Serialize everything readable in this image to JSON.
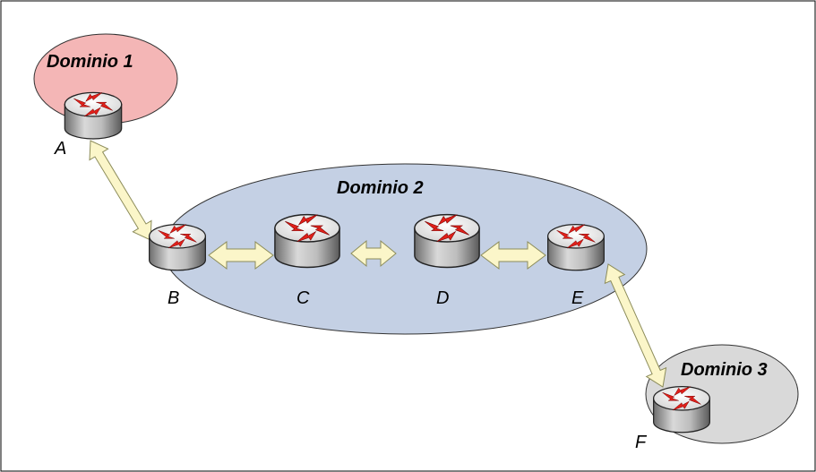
{
  "colors": {
    "domain1_fill": "#f4b6b6",
    "domain2_fill": "#c4d0e4",
    "domain3_fill": "#d9d9d9",
    "link_fill": "#fbf6c9",
    "link_stroke": "#8c8c5a",
    "router_top": "#e6e6e6",
    "router_body": "#9a9a9a",
    "arrow_red": "#e0201a"
  },
  "domains": [
    {
      "id": "domain1",
      "label": "Dominio 1"
    },
    {
      "id": "domain2",
      "label": "Dominio 2"
    },
    {
      "id": "domain3",
      "label": "Dominio 3"
    }
  ],
  "routers": [
    {
      "id": "A",
      "label": "A",
      "domain": "Dominio 1",
      "icon": "router-icon"
    },
    {
      "id": "B",
      "label": "B",
      "domain": "Dominio 2",
      "icon": "router-icon"
    },
    {
      "id": "C",
      "label": "C",
      "domain": "Dominio 2",
      "icon": "router-icon"
    },
    {
      "id": "D",
      "label": "D",
      "domain": "Dominio 2",
      "icon": "router-icon"
    },
    {
      "id": "E",
      "label": "E",
      "domain": "Dominio 2",
      "icon": "router-icon"
    },
    {
      "id": "F",
      "label": "F",
      "domain": "Dominio 3",
      "icon": "router-icon"
    }
  ],
  "links": [
    {
      "from": "A",
      "to": "B"
    },
    {
      "from": "B",
      "to": "C"
    },
    {
      "from": "C",
      "to": "D"
    },
    {
      "from": "D",
      "to": "E"
    },
    {
      "from": "E",
      "to": "F"
    }
  ]
}
